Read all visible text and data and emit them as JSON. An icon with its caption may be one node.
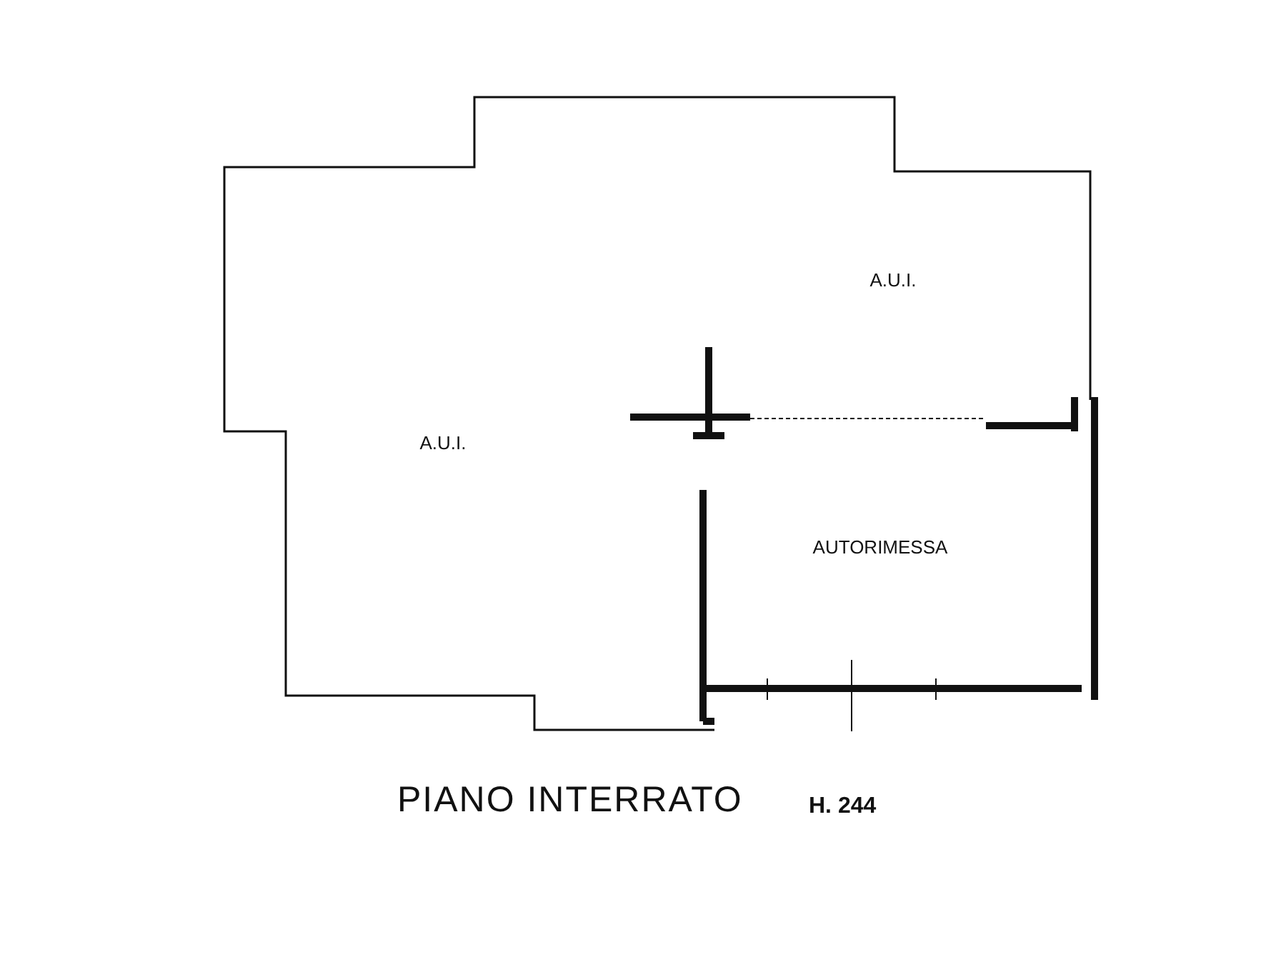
{
  "diagram": {
    "title": "PIANO INTERRATO",
    "labels": [
      "A.U.I.",
      "A.U.I.",
      "AUTORIMESSA",
      "H. 244"
    ]
  }
}
